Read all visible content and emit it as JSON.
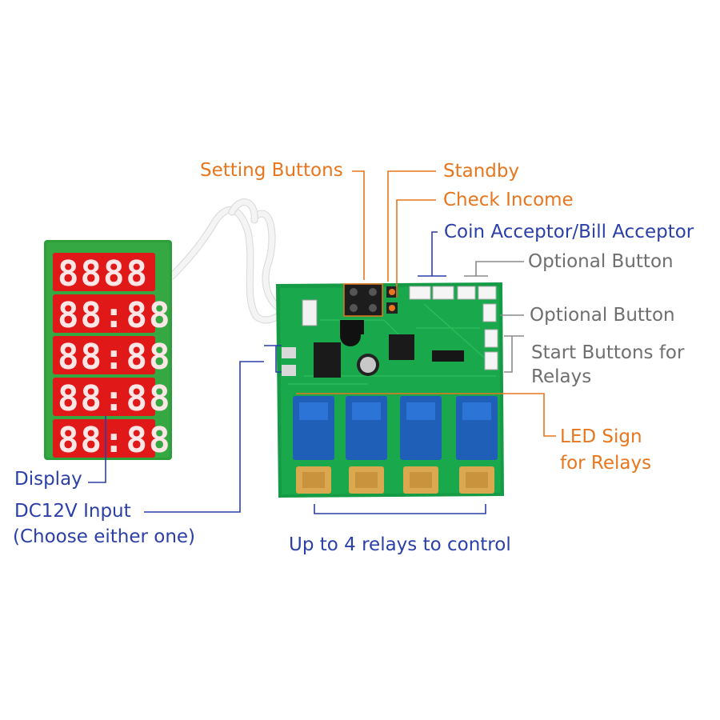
{
  "colors": {
    "accent_orange": "#e8761e",
    "accent_blue": "#2b3fa8",
    "label_gray": "#6f6f6f",
    "pcb_green": "#18a048",
    "relay_blue": "#1f5fb8",
    "display_red": "#e01818"
  },
  "display": {
    "rows": [
      "8888",
      "88:88",
      "88:88",
      "88:88",
      "88:88"
    ]
  },
  "labels": {
    "setting_buttons": "Setting Buttons",
    "standby": "Standby",
    "check_income": "Check Income",
    "coin_bill_acceptor": "Coin Acceptor/Bill Acceptor",
    "optional_button_top": "Optional Button",
    "optional_button_mid": "Optional Button",
    "start_buttons_line1": "Start Buttons for",
    "start_buttons_line2": "Relays",
    "led_sign_line1": "LED Sign",
    "led_sign_line2": "for Relays",
    "display": "Display",
    "dc12v_line1": "DC12V Input",
    "dc12v_line2": "(Choose either one)",
    "relays_control": "Up to 4 relays to control"
  },
  "relays": {
    "count": 4
  }
}
